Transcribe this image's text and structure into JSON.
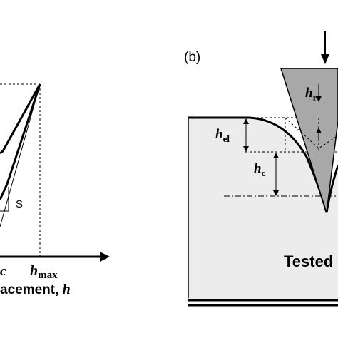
{
  "panel_b": {
    "tag": "(b)"
  },
  "load_curve": {
    "stiffness_label": "S",
    "axis_label_text": "acement, ",
    "axis_label_var": "h",
    "hc_label_sub": "c",
    "hmax_label_h": "h",
    "hmax_label_sub": "max"
  },
  "indent": {
    "hr_h": "h",
    "hr_sub": "r",
    "hel_h": "h",
    "hel_sub": "el",
    "hc_h": "h",
    "hc_sub": "c",
    "material_label": "Tested"
  },
  "colors": {
    "indenter": "#a8a8a8",
    "specimen": "#ececec",
    "line": "#000000"
  }
}
